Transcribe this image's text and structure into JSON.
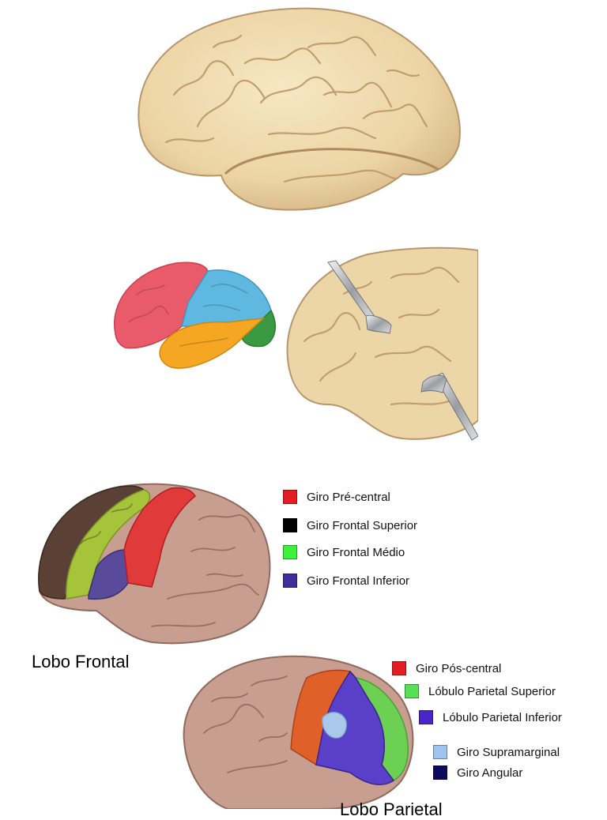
{
  "figure1": {
    "description_icon": "brain-lateral-view-icon"
  },
  "figure2": {
    "lobes_icon": "brain-lobes-colored-icon",
    "retracted_icon": "brain-retractors-icon"
  },
  "colors": {
    "brain_tan": "#efdcb0",
    "brain_tan_dark": "#c9a979",
    "lobe_frontal": "#e95b6b",
    "lobe_parietal": "#5fb8df",
    "lobe_temporal": "#f5a623",
    "lobe_occipital": "#3a9a44",
    "pink_brain": "#c79e8f"
  },
  "frontal": {
    "caption": "Lobo Frontal",
    "legend": [
      {
        "label": "Giro Pré-central",
        "color": "#e51c23"
      },
      {
        "label": "Giro Frontal Superior",
        "color": "#000000"
      },
      {
        "label": "Giro Frontal Médio",
        "color": "#3df23d"
      },
      {
        "label": "Giro Frontal Inferior",
        "color": "#3b2f9c"
      }
    ]
  },
  "parietal": {
    "caption": "Lobo Parietal",
    "legend": [
      {
        "label": "Giro Pós-central",
        "color": "#e51c23"
      },
      {
        "label": "Lóbulo Parietal Superior",
        "color": "#55e055"
      },
      {
        "label": "Lóbulo Parietal Inferior",
        "color": "#4a26c9"
      },
      {
        "label": "Giro Supramarginal",
        "color": "#9fc4ee"
      },
      {
        "label": "Giro Angular",
        "color": "#0d0a5c"
      }
    ]
  }
}
